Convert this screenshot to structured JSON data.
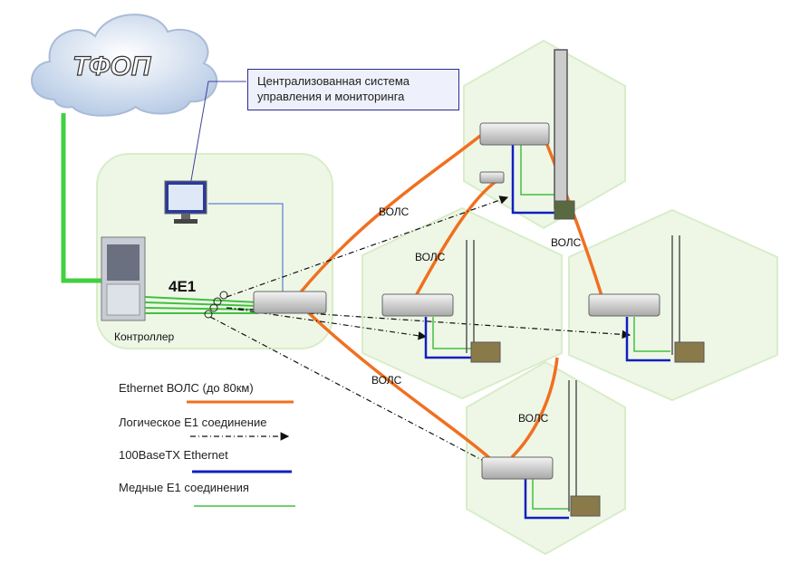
{
  "cloud": {
    "label": "ТФОП"
  },
  "management": {
    "line1": "Централизованная система",
    "line2": "управления и мониторинга"
  },
  "controller": {
    "label": "Контроллер",
    "trunk_label": "4E1"
  },
  "links": {
    "fiber_labels": [
      "ВОЛС",
      "ВОЛС",
      "ВОЛС",
      "ВОЛС",
      "ВОЛС"
    ]
  },
  "legend": {
    "items": [
      {
        "label": "Ethernet ВОЛС (до 80км)",
        "color": "#f07020"
      },
      {
        "label": "Логическое E1 соединение",
        "color": "#111111"
      },
      {
        "label": "100BaseTX Ethernet",
        "color": "#1020c0"
      },
      {
        "label": "Медные E1 соединения",
        "color": "#40c040"
      }
    ]
  },
  "colors": {
    "hex_fill": "#eef7e6",
    "hex_stroke": "#d6ecc6",
    "fiber": "#f07020",
    "ethernet": "#1020c0",
    "copper": "#40c040"
  }
}
